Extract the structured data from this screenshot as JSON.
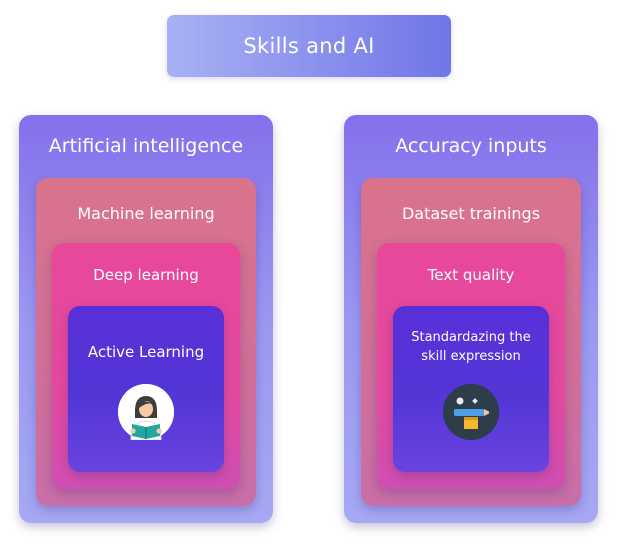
{
  "header": {
    "title": "Skills and AI"
  },
  "left": {
    "outer_label": "Artificial intelligence",
    "second_label": "Machine learning",
    "third_label": "Deep learning",
    "inner_label": "Active Learning",
    "icon": "reader-avatar-icon"
  },
  "right": {
    "outer_label": "Accuracy inputs",
    "second_label": "Dataset trainings",
    "third_label": "Text quality",
    "inner_label_line1": "Standardazing the",
    "inner_label_line2": "skill expression",
    "icon": "design-tools-icon"
  },
  "colors": {
    "header": "#8f96ee",
    "level1": "#9b98f0",
    "level2": "#d36f97",
    "level3": "#e3499f",
    "level4": "#5236d6"
  }
}
